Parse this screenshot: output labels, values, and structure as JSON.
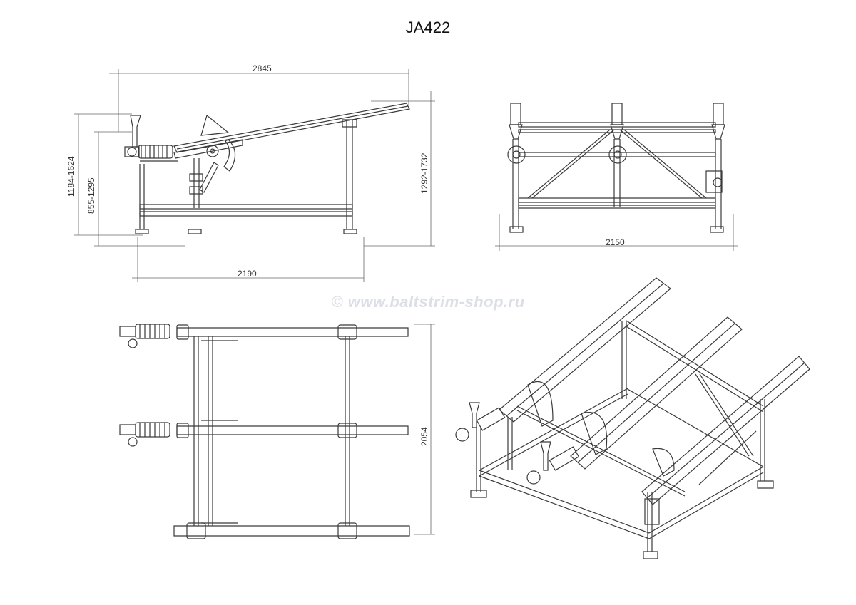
{
  "title": "JA422",
  "watermark": "© www.baltstrim-shop.ru",
  "views": {
    "side": {
      "dim_total_length": "2845",
      "dim_base_length": "2190",
      "dim_height_outer": "1184-1624",
      "dim_height_inner": "855-1295",
      "dim_height_right": "1292-1732"
    },
    "front": {
      "dim_width": "2150"
    },
    "top": {
      "dim_length": "2054"
    }
  },
  "colors": {
    "line": "#3a3a3a",
    "dimension": "#555555",
    "watermark": "#dcdfe6"
  }
}
